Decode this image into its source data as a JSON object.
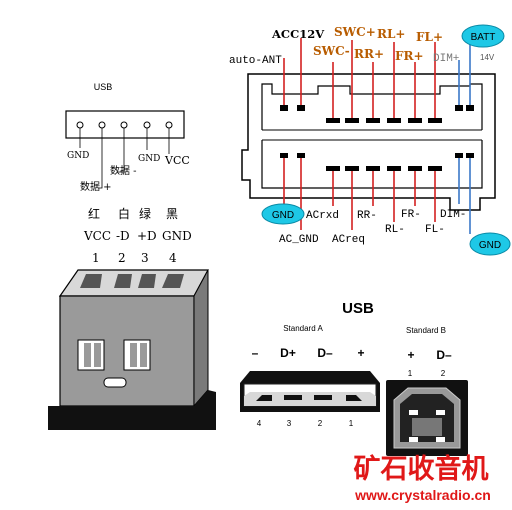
{
  "usb_header": {
    "title": "USB",
    "gnd_left": "GND",
    "data_minus": "数据 -",
    "gnd_mid": "GND",
    "vcc": "VCC",
    "data_plus": "数据 +"
  },
  "wire_colors": {
    "red": "红",
    "white": "白",
    "green": "绿",
    "black": "黑",
    "sig1": "VCC",
    "sig2": "-D",
    "sig3": "+D",
    "sig4": "GND",
    "n1": "1",
    "n2": "2",
    "n3": "3",
    "n4": "4"
  },
  "harness": {
    "top": {
      "acc12v": "ACC12V",
      "swc_plus": "SWC+",
      "rl_plus": "RL+",
      "fl_plus": "FL+",
      "batt": "BATT",
      "auto_ant": "auto-ANT",
      "swc_minus": "SWC-",
      "rr_plus": "RR+",
      "fr_plus": "FR+",
      "dim_plus": "DIM+",
      "v14": "14V"
    },
    "bottom": {
      "gnd_left": "GND",
      "acrxd": "ACrxd",
      "rr_minus": "RR-",
      "fr_minus": "FR-",
      "dim_minus": "DIM-",
      "ac_gnd": "AC_GND",
      "acreq": "ACreq",
      "rl_minus": "RL-",
      "fl_minus": "FL-",
      "gnd_right": "GND"
    }
  },
  "usb_types": {
    "title": "USB",
    "std_a": "Standard A",
    "std_b": "Standard B",
    "a_minus": "–",
    "a_dplus": "D+",
    "a_dminus": "D–",
    "a_plus": "+",
    "a_n4": "4",
    "a_n3": "3",
    "a_n2": "2",
    "a_n1": "1",
    "b_plus": "+",
    "b_dminus": "D–",
    "b_n1": "1",
    "b_n2": "2"
  },
  "watermark": {
    "cn": "矿石收音机",
    "url": "www.crystalradio.cn"
  },
  "colors": {
    "wire_red": "#d42020",
    "wire_blue": "#3a78c8",
    "gnd_bubble": "#1ec8e6",
    "swc_orange": "#b85c00",
    "watermark_red": "#e01818"
  }
}
